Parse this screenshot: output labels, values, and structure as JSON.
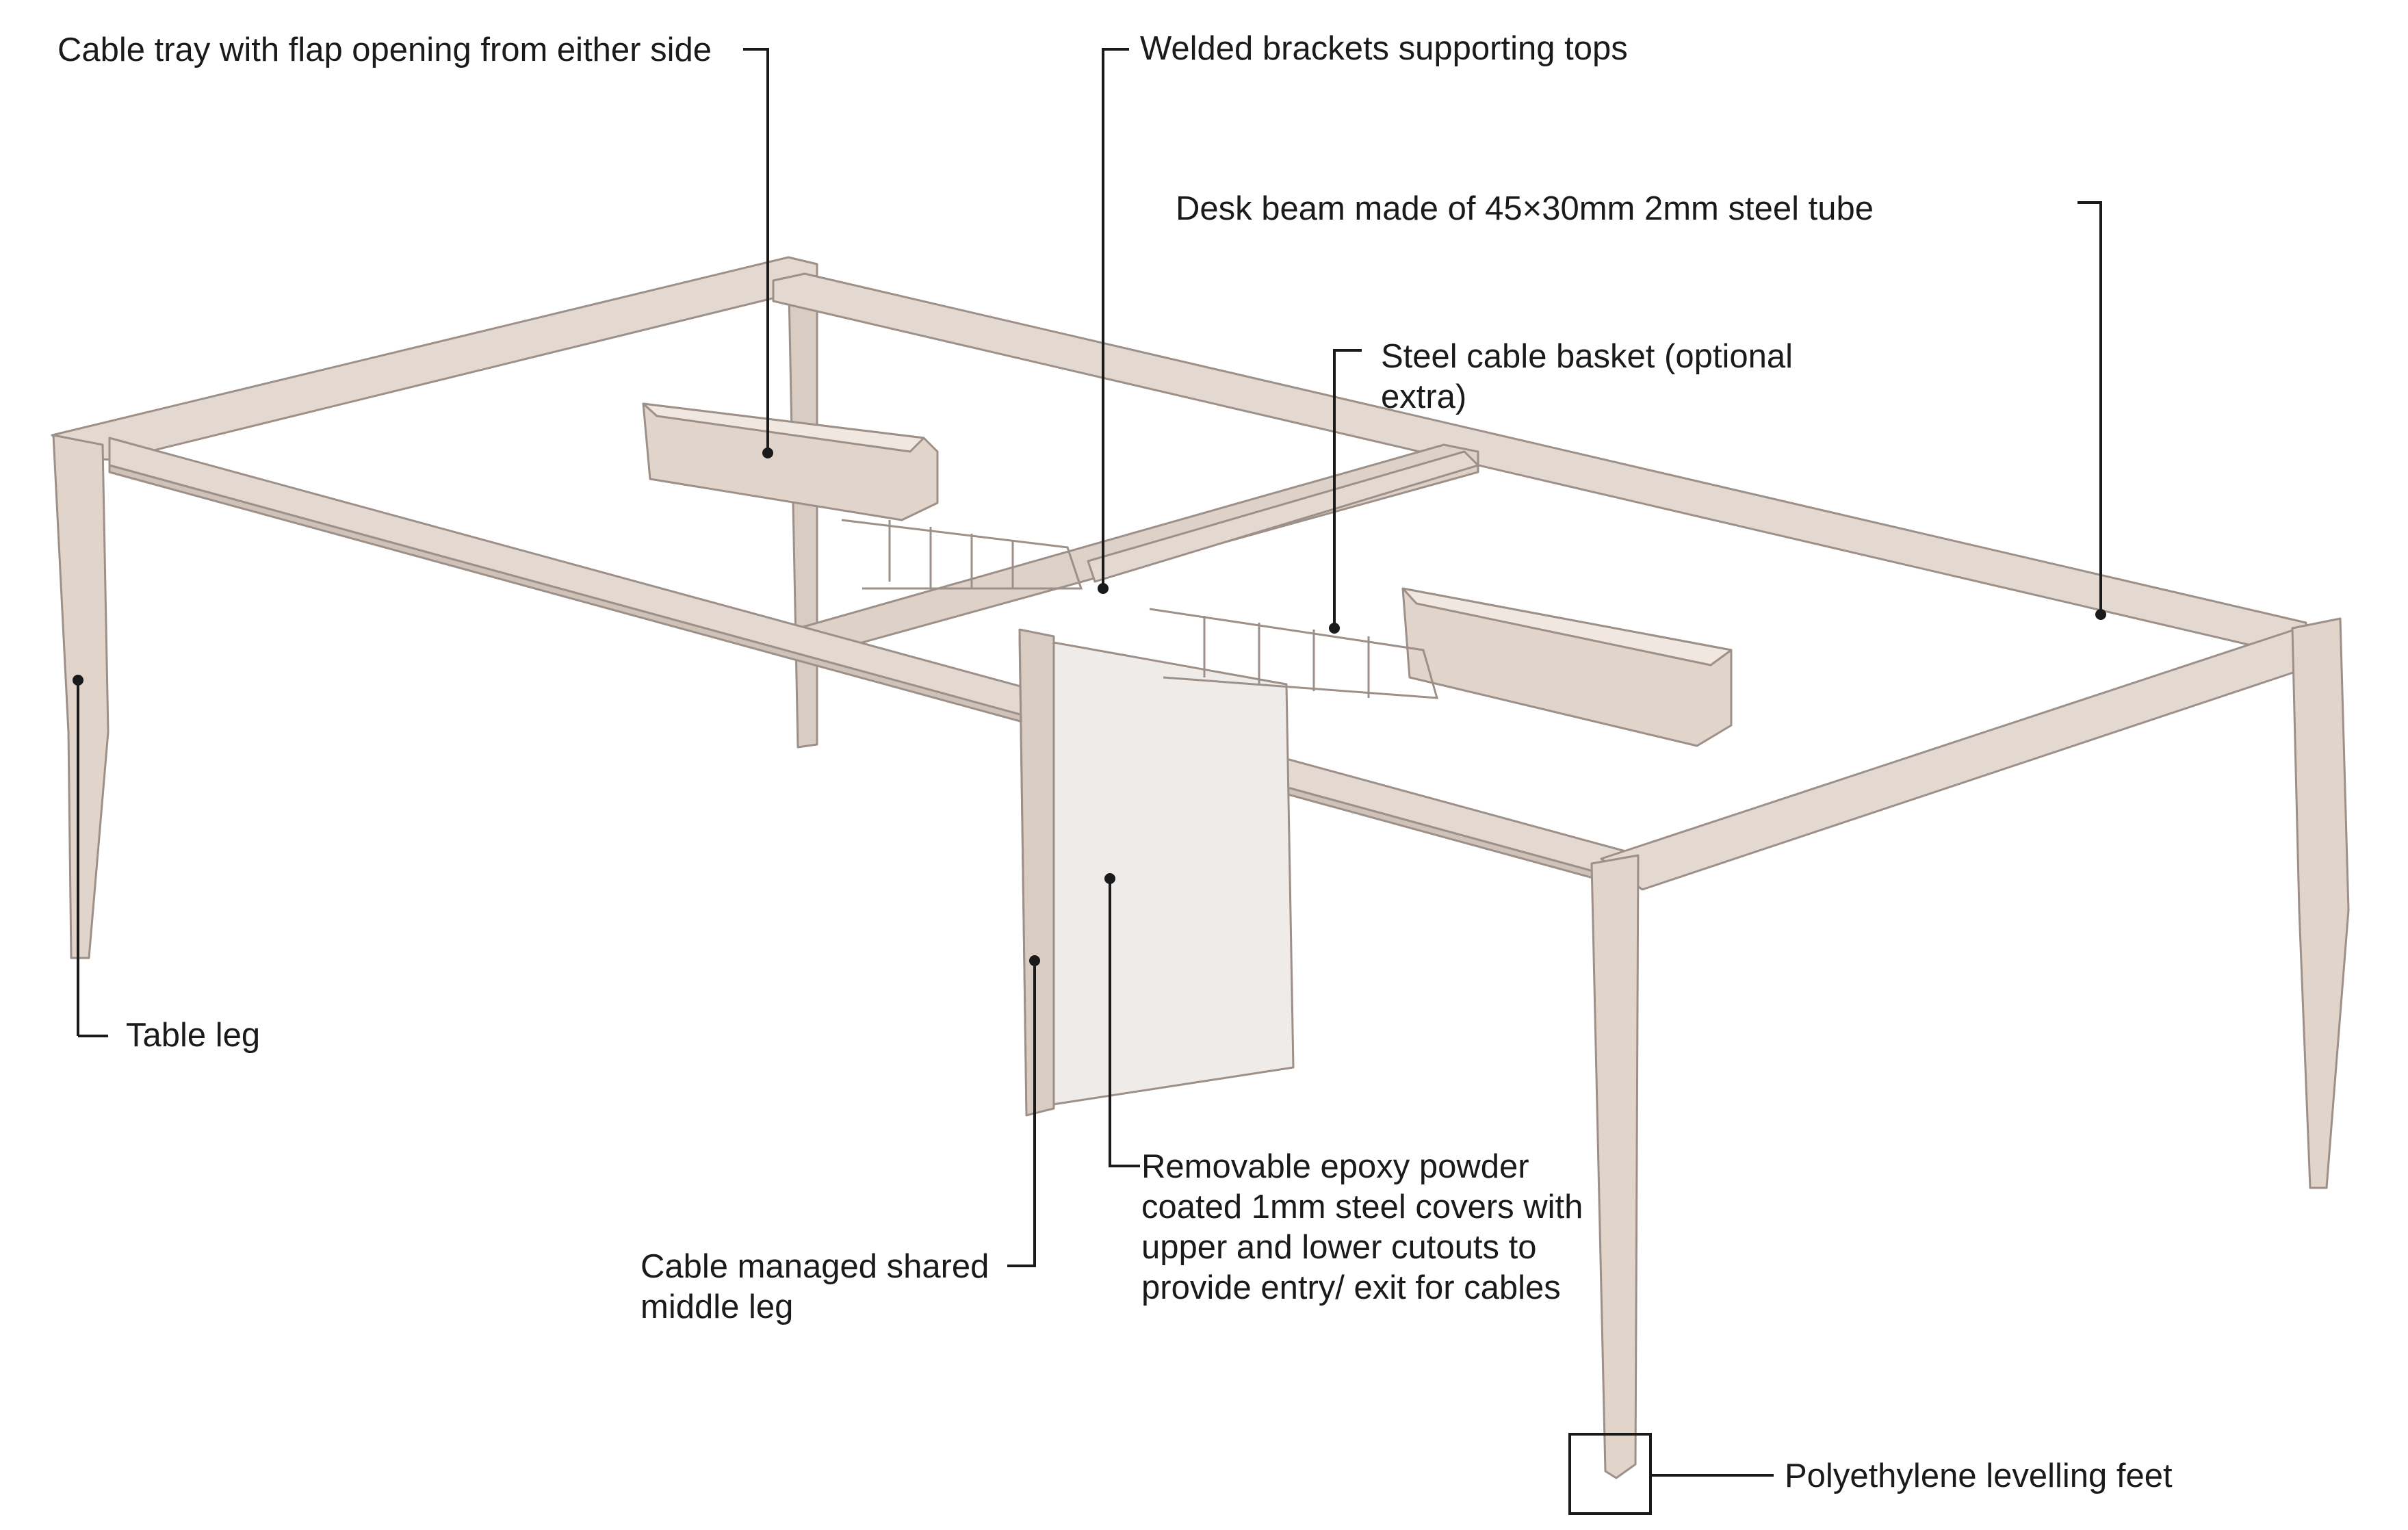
{
  "diagram": {
    "colors": {
      "frame_fill": "#e4d9d0",
      "frame_shade": "#cfc2b8",
      "frame_stroke": "#9c9088",
      "panel_fill": "#efebe8",
      "leader": "#1a1a1a"
    },
    "labels": {
      "cable_tray": "Cable tray with flap opening from either side",
      "welded_brackets": "Welded brackets supporting tops",
      "desk_beam": "Desk beam made of 45×30mm 2mm steel tube",
      "cable_basket": "Steel cable basket (optional extra)",
      "table_leg": "Table leg",
      "middle_leg": "Cable managed shared middle leg",
      "steel_covers": "Removable epoxy powder coated 1mm steel covers with upper and lower cutouts to provide entry/ exit for cables",
      "levelling_feet": "Polyethylene levelling feet"
    }
  }
}
